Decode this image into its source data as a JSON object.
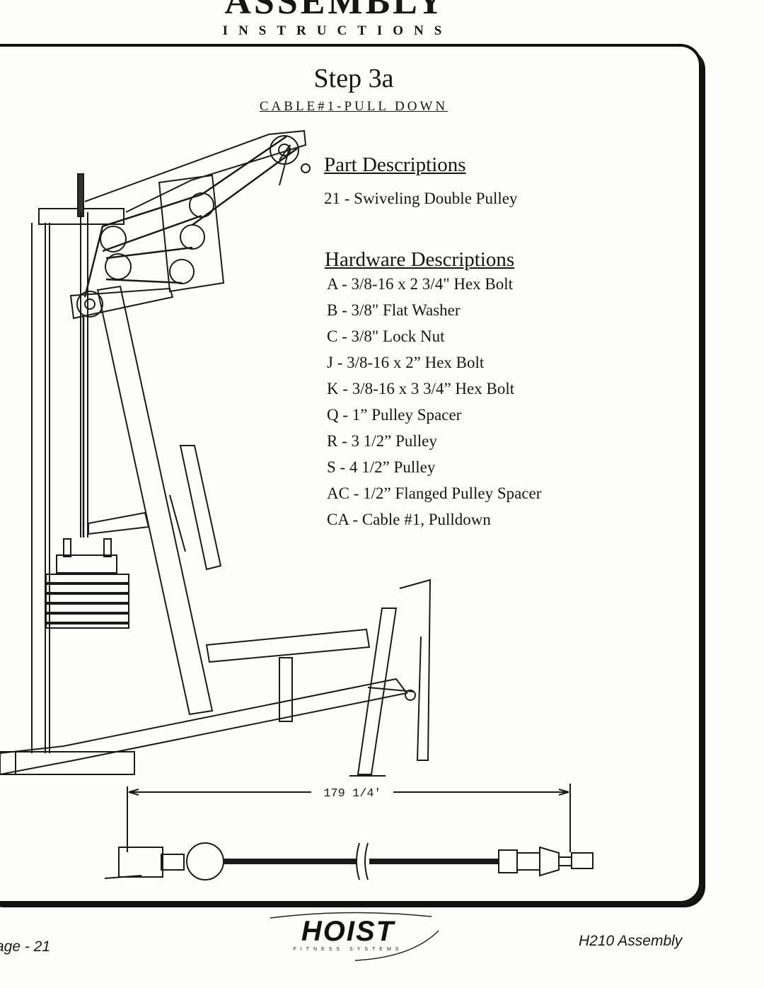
{
  "header": {
    "title": "ASSEMBLY",
    "subtitle": "INSTRUCTIONS"
  },
  "step": {
    "title": "Step 3a",
    "subtitle": "CABLE#1-PULL DOWN"
  },
  "parts": {
    "heading": "Part Descriptions",
    "items": [
      "21 - Swiveling Double Pulley"
    ]
  },
  "hardware": {
    "heading": "Hardware Descriptions",
    "items": [
      "A - 3/8-16 x 2 3/4\" Hex Bolt",
      "B - 3/8\" Flat Washer",
      "C - 3/8\" Lock Nut",
      "J - 3/8-16 x 2” Hex Bolt",
      "K - 3/8-16 x 3 3/4” Hex Bolt",
      "Q - 1” Pulley Spacer",
      "R - 3 1/2” Pulley",
      "S - 4 1/2” Pulley",
      "AC - 1/2” Flanged Pulley Spacer",
      "CA - Cable #1, Pulldown"
    ]
  },
  "cable": {
    "dimension": "179 1/4′"
  },
  "footer": {
    "page": "age - 21",
    "doc": "H210 Assembly",
    "logo": "HOIST",
    "logo_sub": "FITNESS SYSTEMS"
  }
}
